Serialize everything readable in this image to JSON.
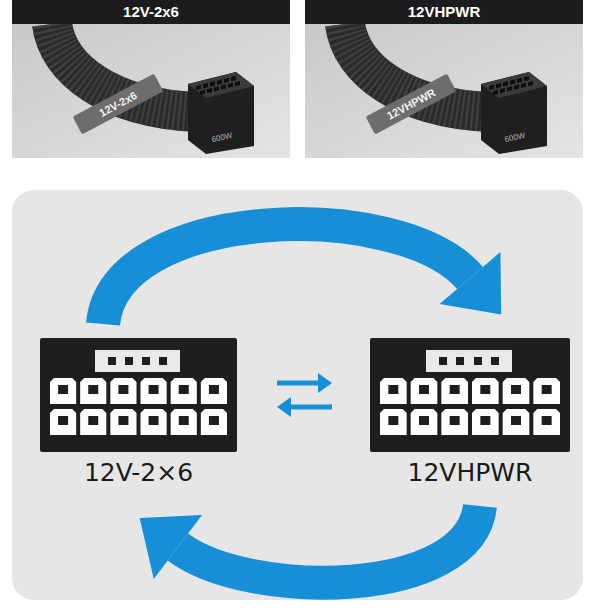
{
  "diagram": {
    "nodes": [
      {
        "text": [
          "12V-2x6"
        ]
      },
      {
        "text": [
          "12VHPWR"
        ]
      },
      {
        "text": [
          "12V-2×6"
        ]
      },
      {
        "text": [
          "12VHPWR"
        ]
      }
    ],
    "edges": [
      {
        "from": 2,
        "to": 3,
        "arrow": "to"
      },
      {
        "from": 2,
        "to": 3,
        "arrow": "to"
      },
      {
        "from": 3,
        "to": 2,
        "arrow": "to"
      },
      {
        "from": 3,
        "to": 2,
        "arrow": "to"
      }
    ],
    "labels": [
      "12V-2x6",
      "600W",
      "12VHPWR",
      "600W"
    ]
  }
}
